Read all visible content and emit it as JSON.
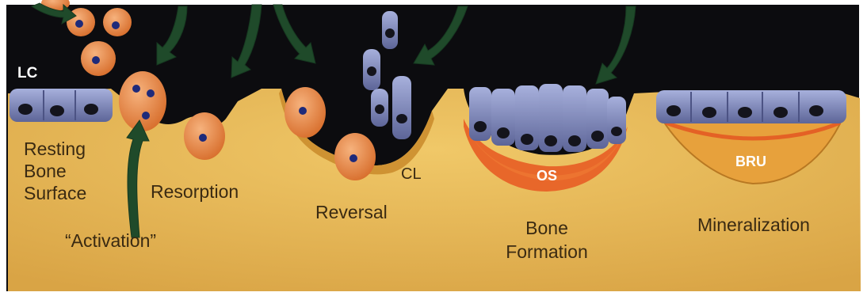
{
  "labels": {
    "lc": "LC",
    "resting_1": "Resting",
    "resting_2": "Bone",
    "resting_3": "Surface",
    "activation": "“Activation”",
    "resorption": "Resorption",
    "reversal": "Reversal",
    "cl": "CL",
    "os": "OS",
    "bone_formation_1": "Bone",
    "bone_formation_2": "Formation",
    "bru": "BRU",
    "mineralization": "Mineralization"
  },
  "colors": {
    "background": "#0d0d10",
    "bone": "#e6b858",
    "bone_dark": "#cf9535",
    "osteoid": "#e8672a",
    "lining_cell": "#7f86b8",
    "osteoclast": "#e98a4a",
    "arrow": "#1f4a2a"
  },
  "icons": [
    "green-arrow-icon"
  ]
}
